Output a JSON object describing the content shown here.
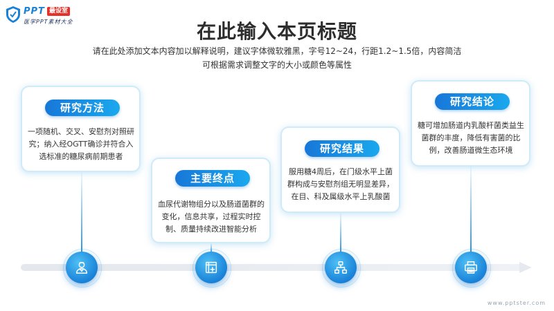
{
  "logo": {
    "brand": "PPT",
    "badge": "最设室",
    "subtitle": "医学PPT素材大全"
  },
  "page": {
    "title": "在此输入本页标题",
    "description_line1": "请在此处添加文本内容加以解释说明，建议字体微软雅黑，字号12~24，行距1.2~1.5倍，内容简洁",
    "description_line2": "可根据需求调整文字的大小或颜色等属性"
  },
  "cards": [
    {
      "tag": "研究方法",
      "text": "一项随机、交叉、安慰剂对照研究；纳入经OGTT确诊并符合入选标准的糖尿病前期患者",
      "icon": "doctor-icon"
    },
    {
      "tag": "主要终点",
      "text": "血尿代谢物组分以及肠道菌群的变化，信息共享，过程实时控制、质量持续改进智能分析",
      "icon": "chart-frame-icon"
    },
    {
      "tag": "研究结果",
      "text": "服用糖4周后，在门级水平上菌群构成与安慰剂组无明显差异，在目、科及属级水平上乳酸菌",
      "icon": "hierarchy-icon"
    },
    {
      "tag": "研究结论",
      "text": "糖可增加肠道内乳酸杆菌类益生菌群的丰度，降低有害菌的比例，改善肠道微生态环境",
      "icon": "printer-icon"
    }
  ],
  "colors": {
    "accent": "#1a82d8",
    "accent_light": "#1aa8ee",
    "logo_red": "#e4322b",
    "timeline": "#e6eaf0"
  },
  "watermark": "www.pptster.com"
}
